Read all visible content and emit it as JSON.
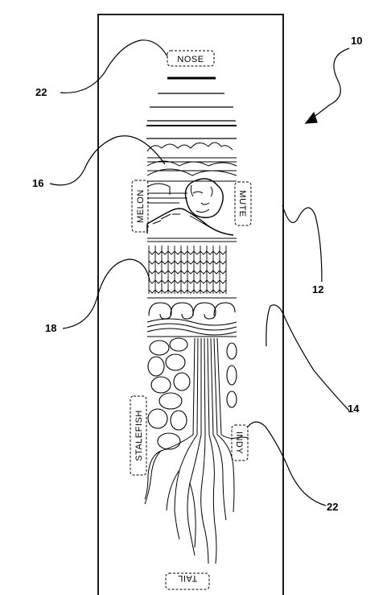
{
  "labels": {
    "nose": "NOSE",
    "tail": "TAIL",
    "melon": "MELON",
    "mute": "MUTE",
    "stalefish": "STALEFISH",
    "indy": "INDY"
  },
  "reference_numerals": {
    "board": "10",
    "side_edge": "12",
    "surface": "14",
    "upper_graphic": "16",
    "lower_graphic": "18",
    "tag_top": "22",
    "tag_bottom": "22"
  },
  "colors": {
    "ink": "#000000",
    "paper": "#ffffff"
  }
}
